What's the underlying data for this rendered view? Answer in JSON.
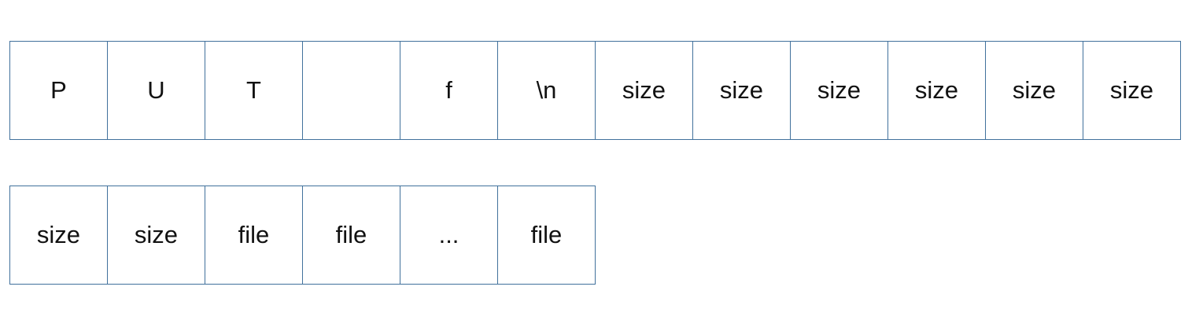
{
  "diagram": {
    "row1": [
      "P",
      "U",
      "T",
      "",
      "f",
      "\\n",
      "size",
      "size",
      "size",
      "size",
      "size",
      "size"
    ],
    "row2": [
      "size",
      "size",
      "file",
      "file",
      "...",
      "file"
    ]
  },
  "colors": {
    "cell_border": "#41719c",
    "text": "#111111",
    "background": "#ffffff"
  }
}
